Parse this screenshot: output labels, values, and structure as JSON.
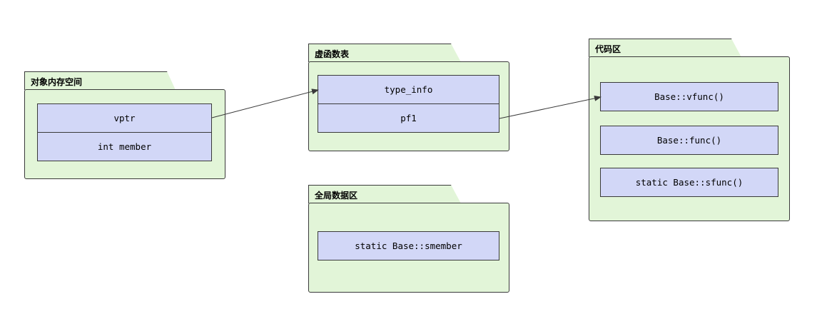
{
  "packages": {
    "object_space": {
      "title": "对象内存空间",
      "rows": [
        "vptr",
        "int member"
      ]
    },
    "vtable": {
      "title": "虚函数表",
      "rows": [
        "type_info",
        "pf1"
      ]
    },
    "global_data": {
      "title": "全局数据区",
      "items": [
        "static Base::smember"
      ]
    },
    "code_area": {
      "title": "代码区",
      "items": [
        "Base::vfunc()",
        "Base::func()",
        "static Base::sfunc()"
      ]
    }
  },
  "colors": {
    "package_fill": "#e2f5d8",
    "cell_fill": "#d2d7f7",
    "stroke": "#3a3a3a"
  },
  "links": [
    {
      "from": "vptr",
      "to": "type_info"
    },
    {
      "from": "pf1",
      "to": "Base::vfunc()"
    }
  ]
}
